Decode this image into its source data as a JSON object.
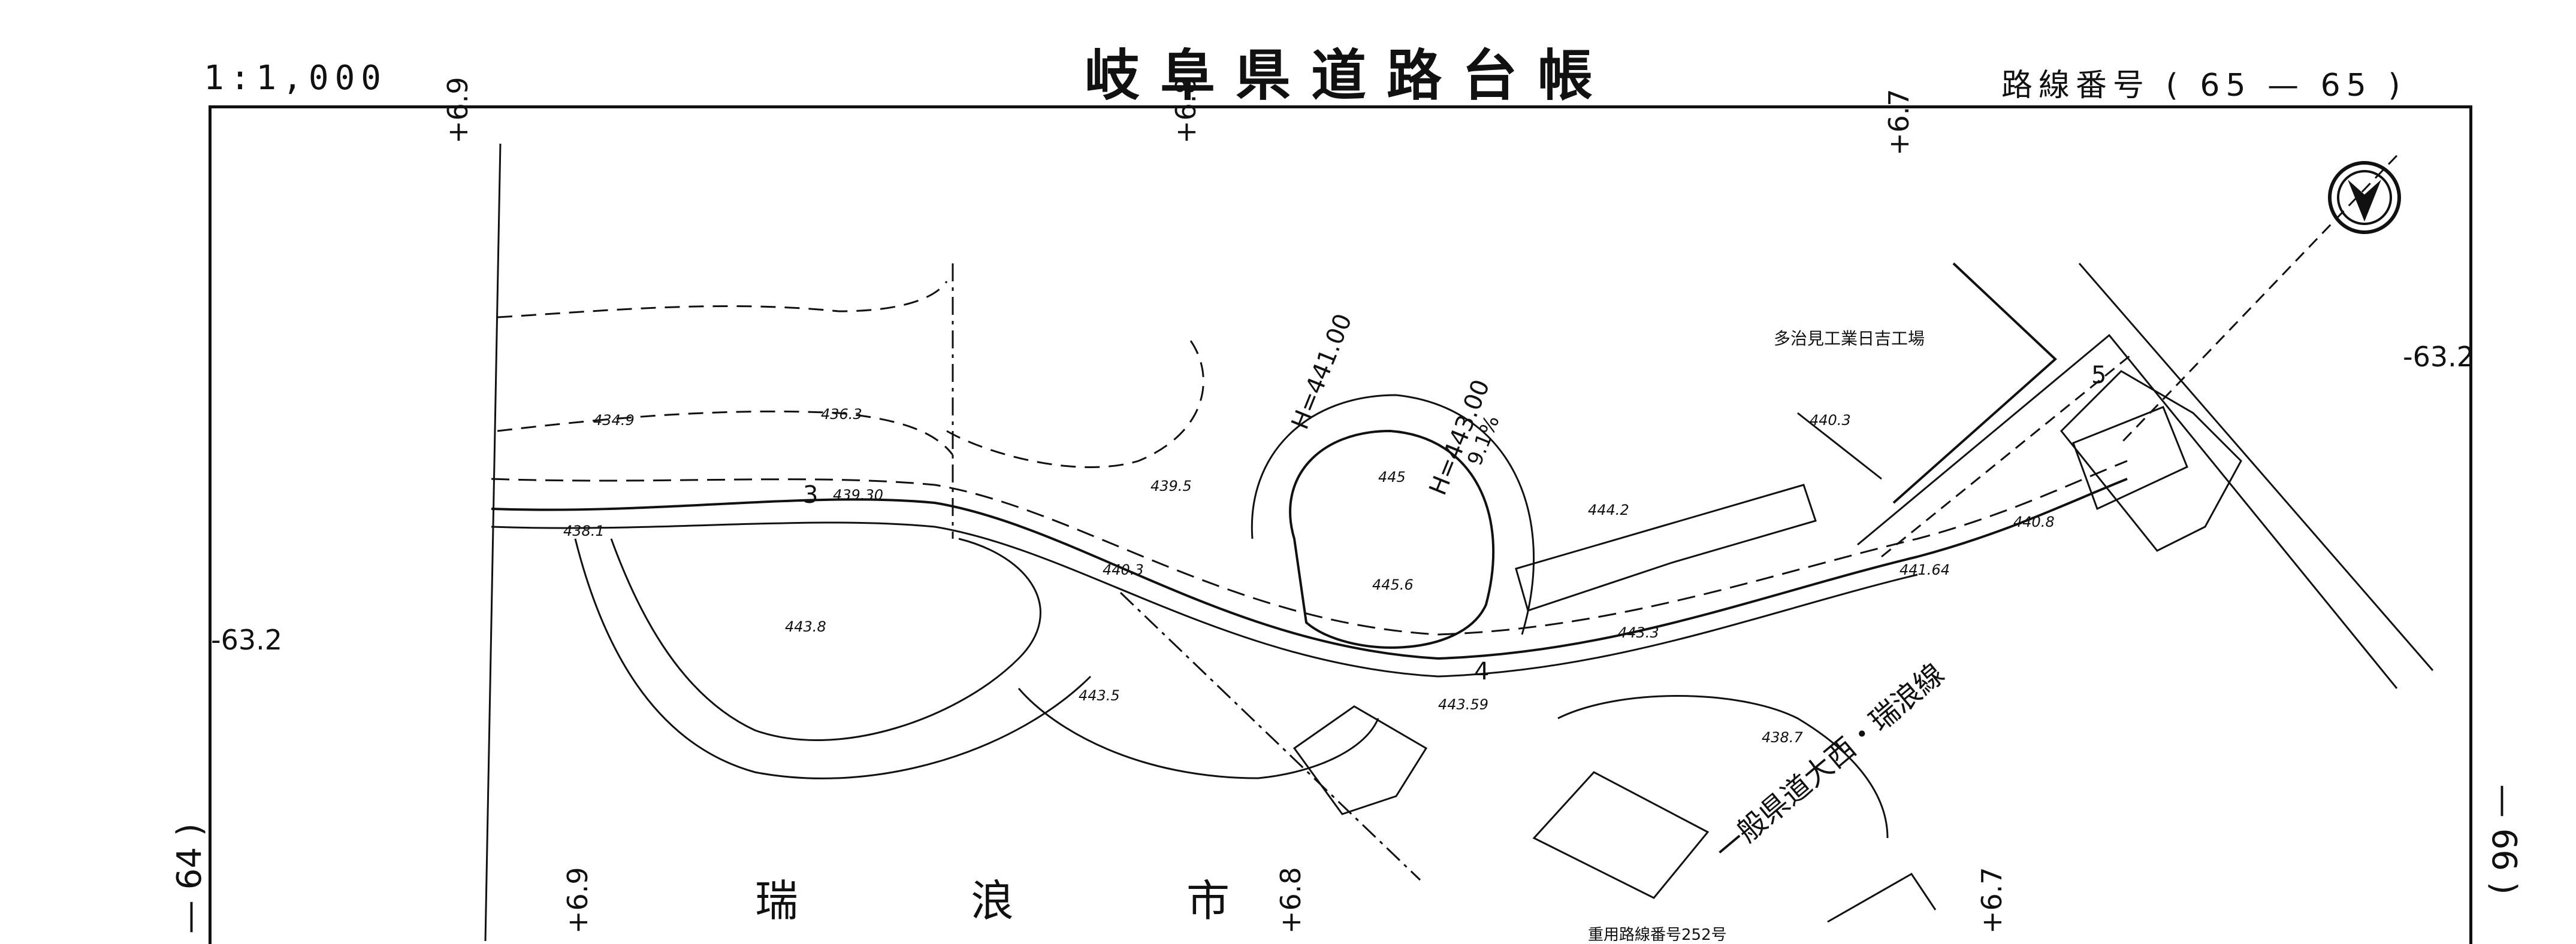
{
  "header": {
    "title": "岐阜県道路台帳",
    "scale": "1:1,000",
    "route_prefix": "路線番号",
    "route_open": "(",
    "route_from": "65",
    "route_dash": "—",
    "route_to": "65",
    "route_close": ")"
  },
  "sheet_refs": {
    "left": "— 64 )",
    "right": "— 66 )"
  },
  "grid_labels": {
    "top": [
      "+6.9",
      "+6.8",
      "+6.7"
    ],
    "bottom": [
      "+6.9",
      "+6.8",
      "+6.7"
    ],
    "left": "-63.2",
    "right": "-63.2"
  },
  "place_names": {
    "city": [
      "瑞",
      "浪",
      "市"
    ],
    "factory": "多治見工業日吉工場",
    "prefectural_road": "一般県道大西・瑞浪線",
    "municipal_road": "重用路線番号252号"
  },
  "gradient": {
    "h1": "H=441.00",
    "h2": "H=443.00",
    "slope": "9.1%"
  },
  "elevations": [
    "434.9",
    "436.3",
    "439.30",
    "438.1",
    "439.5",
    "440.3",
    "445",
    "445.6",
    "443.8",
    "443.5",
    "443.59",
    "444.2",
    "443.3",
    "441.64",
    "440.3",
    "440.8",
    "438.7"
  ],
  "stations": [
    "3",
    "4",
    "5"
  ],
  "north_icon": "north-arrow-icon"
}
